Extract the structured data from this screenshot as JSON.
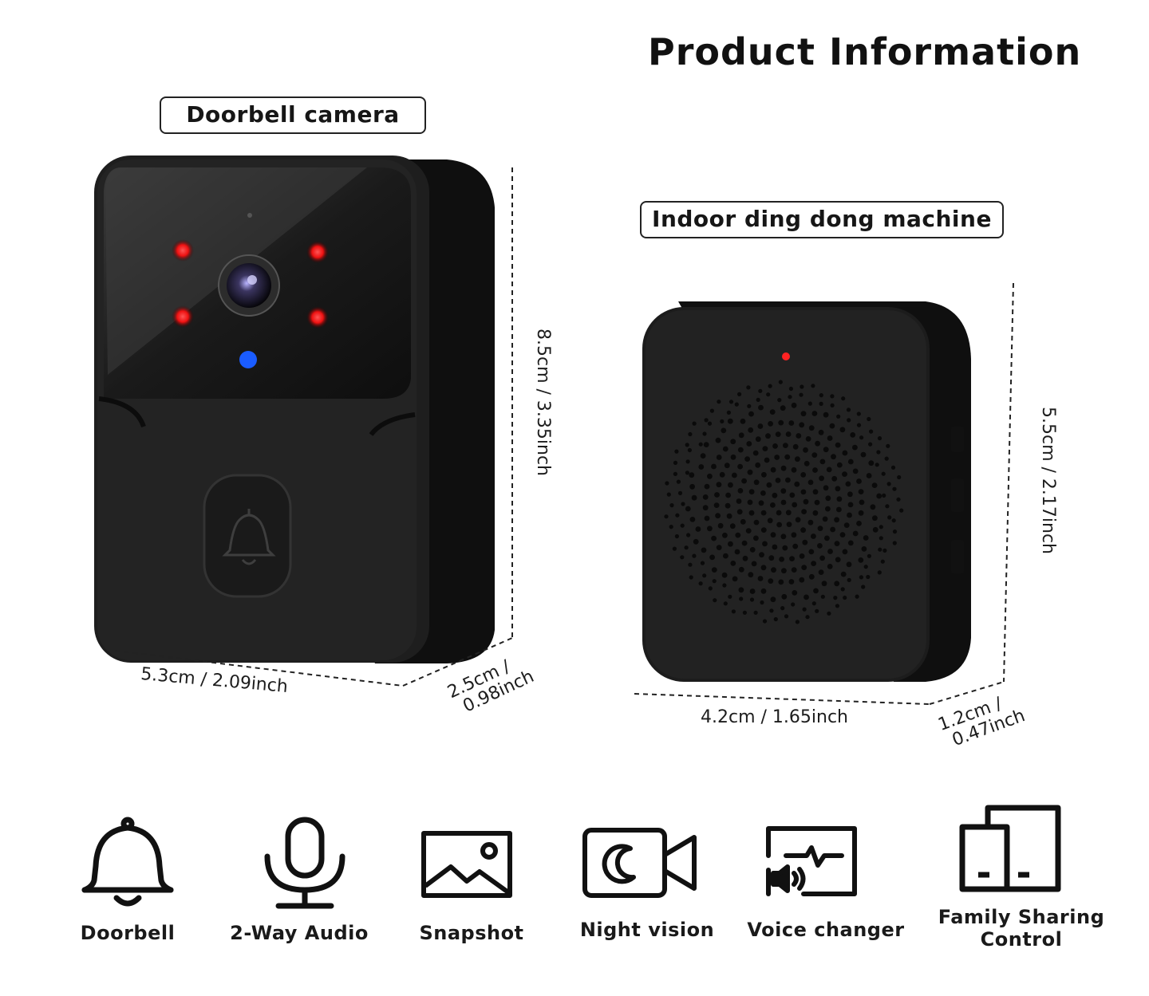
{
  "title": "Product Information",
  "products": {
    "doorbell_camera": {
      "label": "Doorbell camera",
      "height": "8.5cm / 3.35inch",
      "width": "5.3cm / 2.09inch",
      "depth_line1": "2.5cm /",
      "depth_line2": "0.98inch"
    },
    "chime": {
      "label": "Indoor ding dong machine",
      "height": "5.5cm / 2.17inch",
      "width": "4.2cm / 1.65inch",
      "depth_line1": "1.2cm /",
      "depth_line2": "0.47inch"
    }
  },
  "features": [
    {
      "label": "Doorbell",
      "icon": "bell-icon"
    },
    {
      "label": "2-Way Audio",
      "icon": "microphone-icon"
    },
    {
      "label": "Snapshot",
      "icon": "image-icon"
    },
    {
      "label": "Night vision",
      "icon": "night-vision-camera-icon"
    },
    {
      "label": "Voice changer",
      "icon": "voice-changer-icon"
    },
    {
      "label": "Family Sharing",
      "label_line2": "Control",
      "icon": "devices-icon"
    }
  ],
  "colors": {
    "device_body": "#1b1b1b",
    "ir_led": "#ff1a1a",
    "status_led": "#1a5cff"
  }
}
